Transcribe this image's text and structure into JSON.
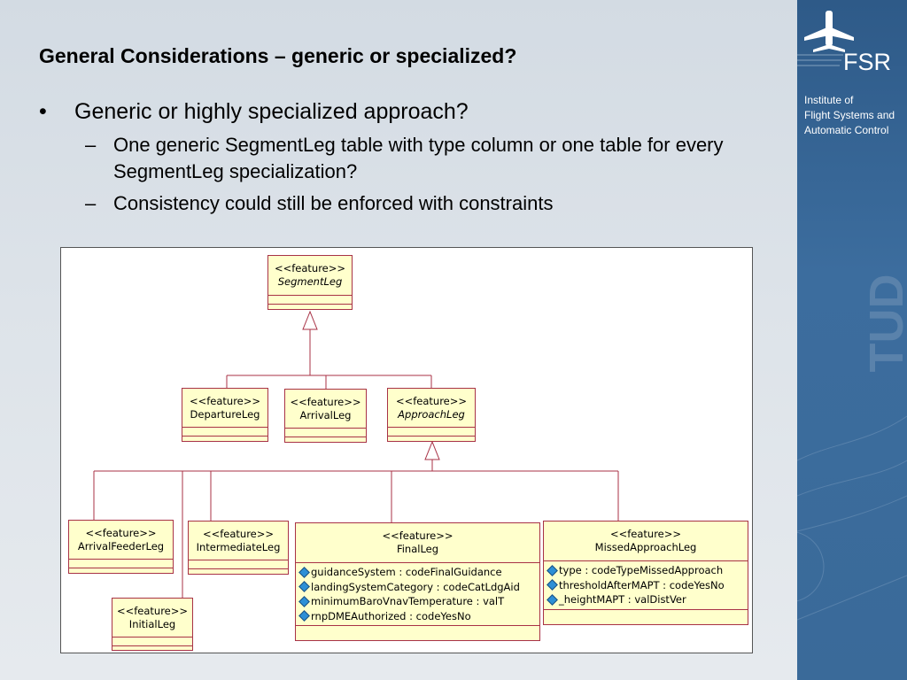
{
  "slide": {
    "title": "General Considerations – generic or specialized?",
    "bullet_marker": "•",
    "sub_marker": "–",
    "bullet": "Generic or highly specialized approach?",
    "subbullets": [
      "One generic SegmentLeg table with type column or one table for every SegmentLeg specialization?",
      "Consistency could still be enforced with constraints"
    ]
  },
  "diagram": {
    "stereotype": "<<feature>>",
    "classes": {
      "segment_leg": {
        "name": "SegmentLeg",
        "abstract": true
      },
      "departure_leg": {
        "name": "DepartureLeg"
      },
      "arrival_leg": {
        "name": "ArrivalLeg"
      },
      "approach_leg": {
        "name": "ApproachLeg",
        "abstract": true
      },
      "arrival_feeder_leg": {
        "name": "ArrivalFeederLeg"
      },
      "intermediate_leg": {
        "name": "IntermediateLeg"
      },
      "initial_leg": {
        "name": "InitialLeg"
      },
      "final_leg": {
        "name": "FinalLeg",
        "attributes": [
          "guidanceSystem : codeFinalGuidance",
          "landingSystemCategory : codeCatLdgAid",
          "minimumBaroVnavTemperature : valT",
          "rnpDMEAuthorized : codeYesNo"
        ]
      },
      "missed_approach_leg": {
        "name": "MissedApproachLeg",
        "attributes": [
          "type : codeTypeMissedApproach",
          "thresholdAfterMAPT : codeYesNo",
          "_heightMAPT : valDistVer"
        ]
      }
    },
    "colors": {
      "class_fill": "#ffffcc",
      "class_border": "#a83246",
      "attribute_icon": "#2d8fd6"
    }
  },
  "sidebar": {
    "logo_text": "FSR",
    "institute_lines": [
      "Institute of",
      "Flight Systems and",
      "Automatic Control"
    ],
    "watermark": "TUD"
  }
}
